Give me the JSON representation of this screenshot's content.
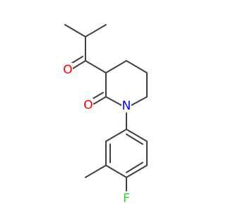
{
  "molecule": {
    "atoms": {
      "oxygen_ketone": "O",
      "oxygen_lactam": "O",
      "nitrogen": "N",
      "fluorine": "F"
    },
    "colors": {
      "bond": "#404040",
      "oxygen": "#ff0000",
      "nitrogen": "#0000ff",
      "fluorine": "#33cc33"
    }
  }
}
